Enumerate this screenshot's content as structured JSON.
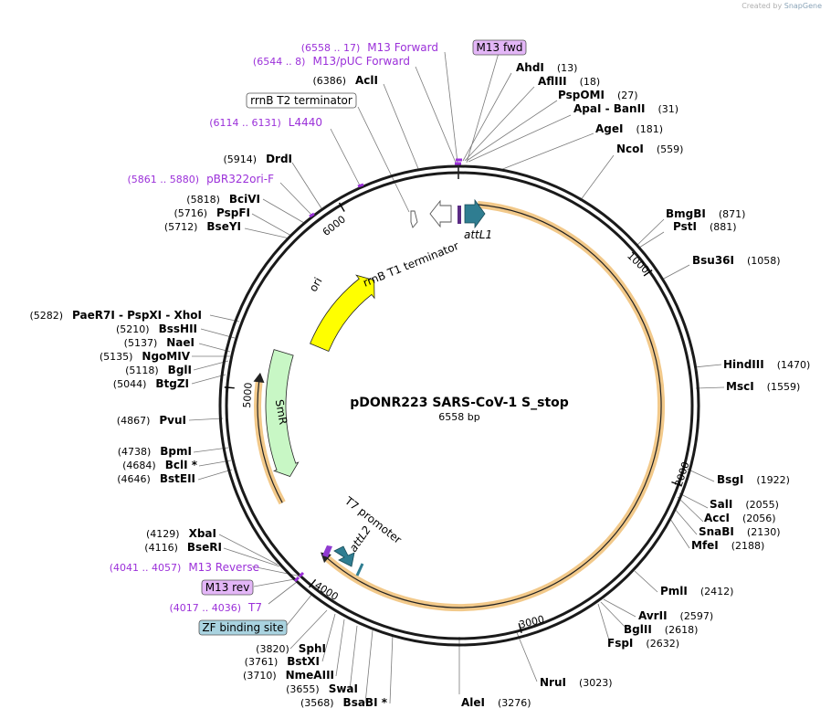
{
  "credit": {
    "prefix": "Created by",
    "brand": "SnapGene"
  },
  "plasmid": {
    "name": "pDONR223 SARS-CoV-1 S_stop",
    "length_label": "6558 bp"
  },
  "ticks": [
    "1000",
    "2000",
    "3000",
    "4000",
    "5000",
    "6000"
  ],
  "features": {
    "attL1": "attL1",
    "attL2": "attL2",
    "rrnB_T1": "rrnB T1 terminator",
    "T7_promoter": "T7 promoter",
    "ori": "ori",
    "SmR": "SmR"
  },
  "boxed_labels": {
    "m13_fwd": "M13 fwd",
    "rrnB_T2": "rrnB T2 terminator",
    "m13_rev": "M13 rev",
    "zf_site": "ZF binding site"
  },
  "primers": {
    "m13_forward": {
      "pos": "(6558 .. 17)",
      "name": "M13 Forward"
    },
    "m13_puc_forward": {
      "pos": "(6544 .. 8)",
      "name": "M13/pUC Forward"
    },
    "l4440": {
      "pos": "(6114 .. 6131)",
      "name": "L4440"
    },
    "pbr322ori_f": {
      "pos": "(5861 .. 5880)",
      "name": "pBR322ori-F"
    },
    "m13_reverse": {
      "pos": "(4041 .. 4057)",
      "name": "M13 Reverse"
    },
    "t7": {
      "pos": "(4017 .. 4036)",
      "name": "T7"
    }
  },
  "enzymes_right": [
    {
      "name": "AhdI",
      "pos": "(13)"
    },
    {
      "name": "AflIII",
      "pos": "(18)"
    },
    {
      "name": "PspOMI",
      "pos": "(27)"
    },
    {
      "name": "ApaI  -  BanII",
      "pos": "(31)"
    },
    {
      "name": "AgeI",
      "pos": "(181)"
    },
    {
      "name": "NcoI",
      "pos": "(559)"
    },
    {
      "name": "BmgBI",
      "pos": "(871)"
    },
    {
      "name": "PstI",
      "pos": "(881)"
    },
    {
      "name": "Bsu36I",
      "pos": "(1058)"
    },
    {
      "name": "HindIII",
      "pos": "(1470)"
    },
    {
      "name": "MscI",
      "pos": "(1559)"
    },
    {
      "name": "BsgI",
      "pos": "(1922)"
    },
    {
      "name": "SalI",
      "pos": "(2055)"
    },
    {
      "name": "AccI",
      "pos": "(2056)"
    },
    {
      "name": "SnaBI",
      "pos": "(2130)"
    },
    {
      "name": "MfeI",
      "pos": "(2188)"
    },
    {
      "name": "PmlI",
      "pos": "(2412)"
    },
    {
      "name": "AvrII",
      "pos": "(2597)"
    },
    {
      "name": "BglII",
      "pos": "(2618)"
    },
    {
      "name": "FspI",
      "pos": "(2632)"
    },
    {
      "name": "NruI",
      "pos": "(3023)"
    },
    {
      "name": "AleI",
      "pos": "(3276)"
    }
  ],
  "enzymes_left": [
    {
      "name": "AclI",
      "pos": "(6386)"
    },
    {
      "name": "DrdI",
      "pos": "(5914)"
    },
    {
      "name": "BciVI",
      "pos": "(5818)"
    },
    {
      "name": "PspFI",
      "pos": "(5716)"
    },
    {
      "name": "BseYI",
      "pos": "(5712)"
    },
    {
      "name": "PaeR7I  -  PspXI  -  XhoI",
      "pos": "(5282)"
    },
    {
      "name": "BssHII",
      "pos": "(5210)"
    },
    {
      "name": "NaeI",
      "pos": "(5137)"
    },
    {
      "name": "NgoMIV",
      "pos": "(5135)"
    },
    {
      "name": "BglI",
      "pos": "(5118)"
    },
    {
      "name": "BtgZI",
      "pos": "(5044)"
    },
    {
      "name": "PvuI",
      "pos": "(4867)"
    },
    {
      "name": "BpmI",
      "pos": "(4738)"
    },
    {
      "name": "BclI *",
      "pos": "(4684)"
    },
    {
      "name": "BstEII",
      "pos": "(4646)"
    },
    {
      "name": "XbaI",
      "pos": "(4129)"
    },
    {
      "name": "BseRI",
      "pos": "(4116)"
    },
    {
      "name": "SphI",
      "pos": "(3820)"
    },
    {
      "name": "BstXI",
      "pos": "(3761)"
    },
    {
      "name": "NmeAIII",
      "pos": "(3710)"
    },
    {
      "name": "SwaI",
      "pos": "(3655)"
    },
    {
      "name": "BsaBI *",
      "pos": "(3568)"
    }
  ],
  "colors": {
    "backbone": "#1a1a1a",
    "orf_highlight": "#f2c98a",
    "ori": "#ffff00",
    "smr": "#c8f7c5",
    "att": "#2f7d91",
    "primer": "#9b30d9",
    "m13_box": "#e3b6f7",
    "zf_box": "#a9d3e0"
  }
}
